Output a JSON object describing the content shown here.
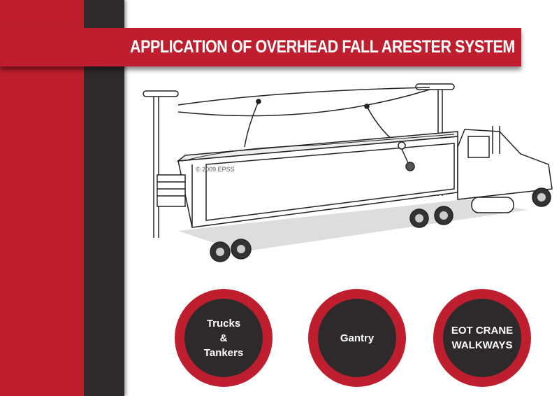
{
  "banner": {
    "title": "APPLICATION OF OVERHEAD FALL ARESTER SYSTEM"
  },
  "illustration": {
    "copyright": "© 2009 EPSS"
  },
  "applications": [
    {
      "lines": [
        "Trucks",
        "&",
        "Tankers"
      ]
    },
    {
      "lines": [
        "Gantry"
      ]
    },
    {
      "lines": [
        "EOT CRANE",
        "WALKWAYS"
      ]
    }
  ],
  "colors": {
    "red": "#be1e2d",
    "dark": "#2e2a2b"
  }
}
